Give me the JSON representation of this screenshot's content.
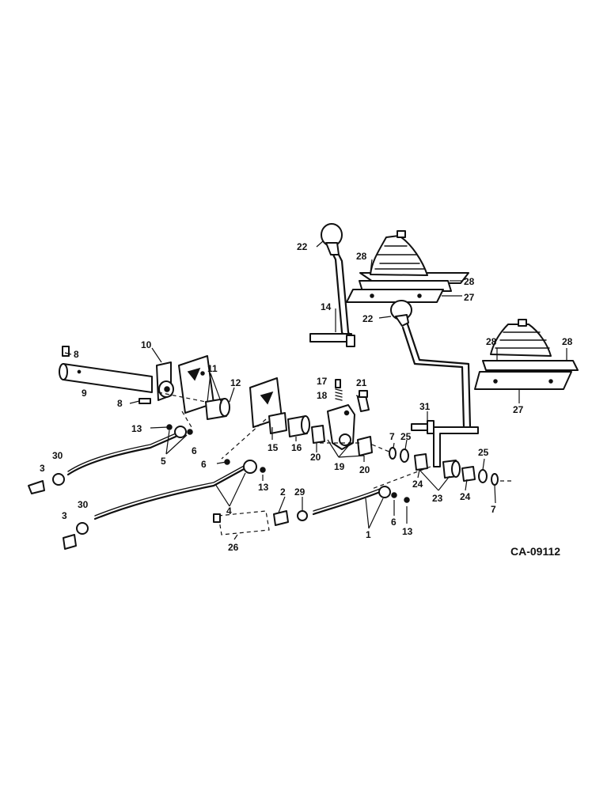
{
  "drawing_code": "CA-09112",
  "callouts": {
    "c22a": "22",
    "c28a": "28",
    "c28b": "28",
    "c27a": "27",
    "c14": "14",
    "c22b": "22",
    "c28c": "28",
    "c28d": "28",
    "c27b": "27",
    "c8a": "8",
    "c10": "10",
    "c9": "9",
    "c8b": "8",
    "c11": "11",
    "c12": "12",
    "c17": "17",
    "c18": "18",
    "c21": "21",
    "c31": "31",
    "c13a": "13",
    "c5": "5",
    "c6a": "6",
    "c7a": "7",
    "c25a": "25",
    "c25b": "25",
    "c15": "15",
    "c16": "16",
    "c20a": "20",
    "c19": "19",
    "c20b": "20",
    "c24a": "24",
    "c23": "23",
    "c24b": "24",
    "c7b": "7",
    "c3a": "3",
    "c30a": "30",
    "c6b": "6",
    "c13b": "13",
    "c4": "4",
    "c3b": "3",
    "c30b": "30",
    "c2": "2",
    "c29": "29",
    "c6c": "6",
    "c13c": "13",
    "c1": "1",
    "c26": "26"
  }
}
